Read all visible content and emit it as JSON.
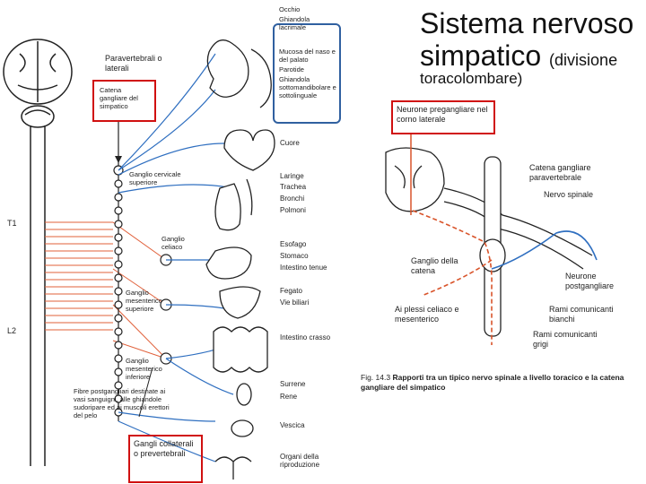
{
  "title": {
    "main_line1": "Sistema nervoso",
    "main_line2": "simpatico",
    "main_line2_suffix": "(divisione",
    "main_line3": "toracolombare)"
  },
  "left_diagram": {
    "paravertebrali": "Paravertebrali o laterali",
    "catena_label": "Catena gangliare del simpatico",
    "ganglio_cervicale": "Ganglio cervicale superiore",
    "ganglio_celiaco": "Ganglio celiaco",
    "ganglio_mes_sup": "Ganglio mesenterico superiore",
    "ganglio_mes_inf": "Ganglio mesenterico inferiore",
    "fibre_post": "Fibre postgangliari destinate ai vasi sanguigni, alle ghiandole sudoripare ed ai muscoli erettori del pelo",
    "gangli_collaterali": "Gangli collaterali o prevertebrali",
    "t1": "T1",
    "l2": "L2",
    "organs_head": [
      "Occhio",
      "Ghiandola lacrimale",
      "Mucosa del naso e del palato",
      "Parotide",
      "Ghiandola sottomandibolare e sottolinguale"
    ],
    "organs": [
      "Cuore",
      "Laringe",
      "Trachea",
      "Bronchi",
      "Polmoni",
      "Esofago",
      "Stomaco",
      "Intestino tenue",
      "Fegato",
      "Vie biliari",
      "Intestino crasso",
      "Surrene",
      "Rene",
      "Vescica",
      "Organi della riproduzione"
    ]
  },
  "right_diagram": {
    "neurone_pre": "Neurone pregangliare nel corno laterale",
    "catena_para": "Catena gangliare paravertebrale",
    "nervo_spinale": "Nervo spinale",
    "ganglio_catena": "Ganglio della catena",
    "neurone_post": "Neurone postgangliare",
    "plessi": "Ai plessi celiaco e mesenterico",
    "rami_bianchi": "Rami comunicanti bianchi",
    "rami_grigi": "Rami comunicanti grigi",
    "caption_fig": "Fig. 14.3",
    "caption_text": "Rapporti tra un tipico nervo spinale a livello toracico e la catena gangliare del simpatico"
  },
  "colors": {
    "red_box": "#d01010",
    "blue_box": "#3060a0",
    "pre_fiber": "#d9542b",
    "post_fiber": "#2f6fc0"
  }
}
